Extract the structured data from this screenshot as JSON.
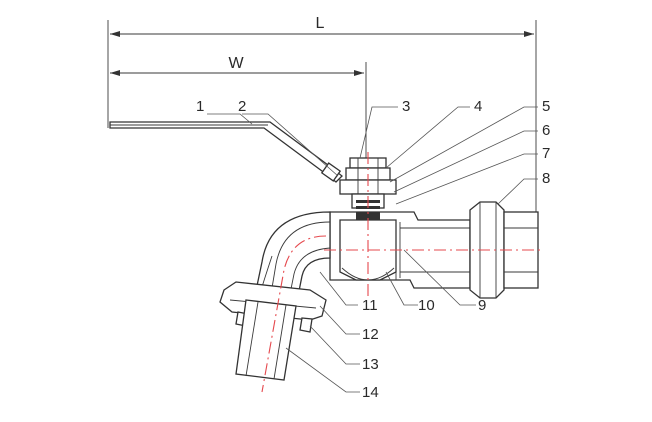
{
  "dimensions": {
    "overall_length": "L",
    "handle_width": "W"
  },
  "part_labels": [
    "1",
    "2",
    "3",
    "4",
    "5",
    "6",
    "7",
    "8",
    "9",
    "10",
    "11",
    "12",
    "13",
    "14"
  ],
  "colors": {
    "centerline": "#e5484d",
    "line": "#333333"
  }
}
